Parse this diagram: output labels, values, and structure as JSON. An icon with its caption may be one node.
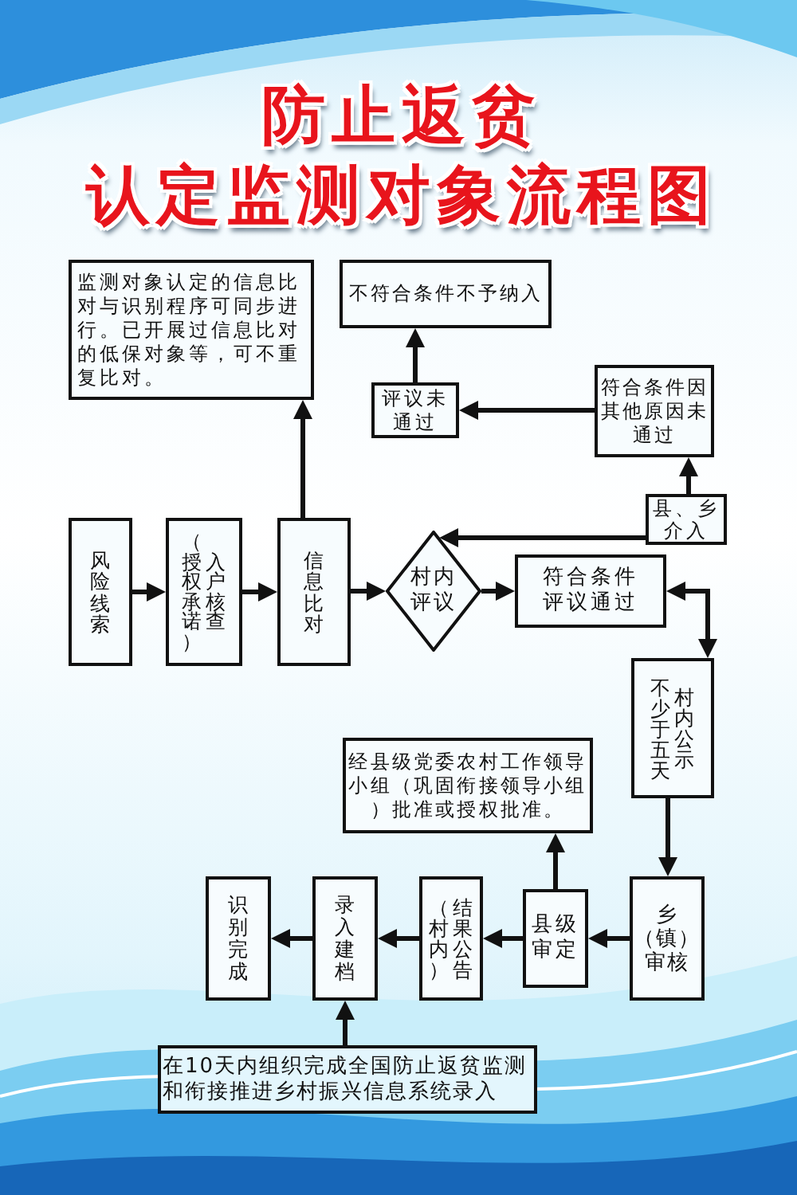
{
  "diagram": {
    "title": "防止返贫认定监测对象流程图",
    "nodes": [
      {
        "text": [
          "监测对象认定的信息比对与识别程序可同步进行。已开展过信息比对的低保对象等，可不重复比对。"
        ]
      },
      {
        "text": [
          "不符合条件不予纳入"
        ]
      },
      {
        "text": [
          "评议未通过"
        ]
      },
      {
        "text": [
          "符合条件因其他原因未通过"
        ]
      },
      {
        "text": [
          "县、乡介入"
        ]
      },
      {
        "text": [
          "风险线索"
        ]
      },
      {
        "text": [
          "入户核查（授权承诺）"
        ]
      },
      {
        "text": [
          "信息比对"
        ]
      },
      {
        "text": [
          "村内评议"
        ]
      },
      {
        "text": [
          "符合条件评议通过"
        ]
      },
      {
        "text": [
          "村内公示不少于五天"
        ]
      },
      {
        "text": [
          "经县级党委农村工作领导小组（巩固衔接领导小组）批准或授权批准。"
        ]
      },
      {
        "text": [
          "识别完成"
        ]
      },
      {
        "text": [
          "录入建档"
        ]
      },
      {
        "text": [
          "结果公告（村内）"
        ]
      },
      {
        "text": [
          "县级审定"
        ]
      },
      {
        "text": [
          "乡（镇）审核"
        ]
      },
      {
        "text": [
          "在10天内组织完成全国防止返贫监测和衔接推进乡村振兴信息系统录入"
        ]
      }
    ],
    "edges": [
      {
        "from": 5,
        "to": 6,
        "arrow": "to"
      },
      {
        "from": 6,
        "to": 7,
        "arrow": "to"
      },
      {
        "from": 7,
        "to": 8,
        "arrow": "to"
      },
      {
        "from": 7,
        "to": 0,
        "arrow": "to"
      },
      {
        "from": 8,
        "to": 9,
        "arrow": "to"
      },
      {
        "from": 4,
        "to": 8,
        "arrow": "to"
      },
      {
        "from": 4,
        "to": 3,
        "arrow": "to"
      },
      {
        "from": 3,
        "to": 2,
        "arrow": "to"
      },
      {
        "from": 2,
        "to": 1,
        "arrow": "to"
      },
      {
        "from": 9,
        "to": 10,
        "arrow": "both"
      },
      {
        "from": 10,
        "to": 16,
        "arrow": "to"
      },
      {
        "from": 16,
        "to": 15,
        "arrow": "to"
      },
      {
        "from": 15,
        "to": 11,
        "arrow": "to"
      },
      {
        "from": 15,
        "to": 14,
        "arrow": "to"
      },
      {
        "from": 14,
        "to": 13,
        "arrow": "to"
      },
      {
        "from": 13,
        "to": 12,
        "arrow": "to"
      },
      {
        "from": 17,
        "to": 13,
        "arrow": "to"
      }
    ]
  }
}
